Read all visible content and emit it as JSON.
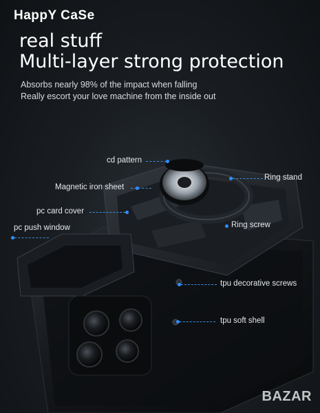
{
  "brand": "HappY CaSe",
  "headline_1": "real stuff",
  "headline_2": "Multi-layer strong protection",
  "sub_1": "Absorbs nearly 98% of the impact when falling",
  "sub_2": "Really escort your love machine from the inside out",
  "labels": {
    "cd_pattern": "cd pattern",
    "ring_stand": "Ring stand",
    "magnetic_iron_sheet": "Magnetic iron sheet",
    "pc_card_cover": "pc card cover",
    "ring_screw": "Ring screw",
    "pc_push_window": "pc push window",
    "tpu_decorative_screws": "tpu decorative screws",
    "tpu_soft_shell": "tpu soft shell"
  },
  "watermark": "BAZAR",
  "colors": {
    "accent_blue": "#2f8fff",
    "background": "#1a1e22",
    "case_black": "#101214"
  }
}
